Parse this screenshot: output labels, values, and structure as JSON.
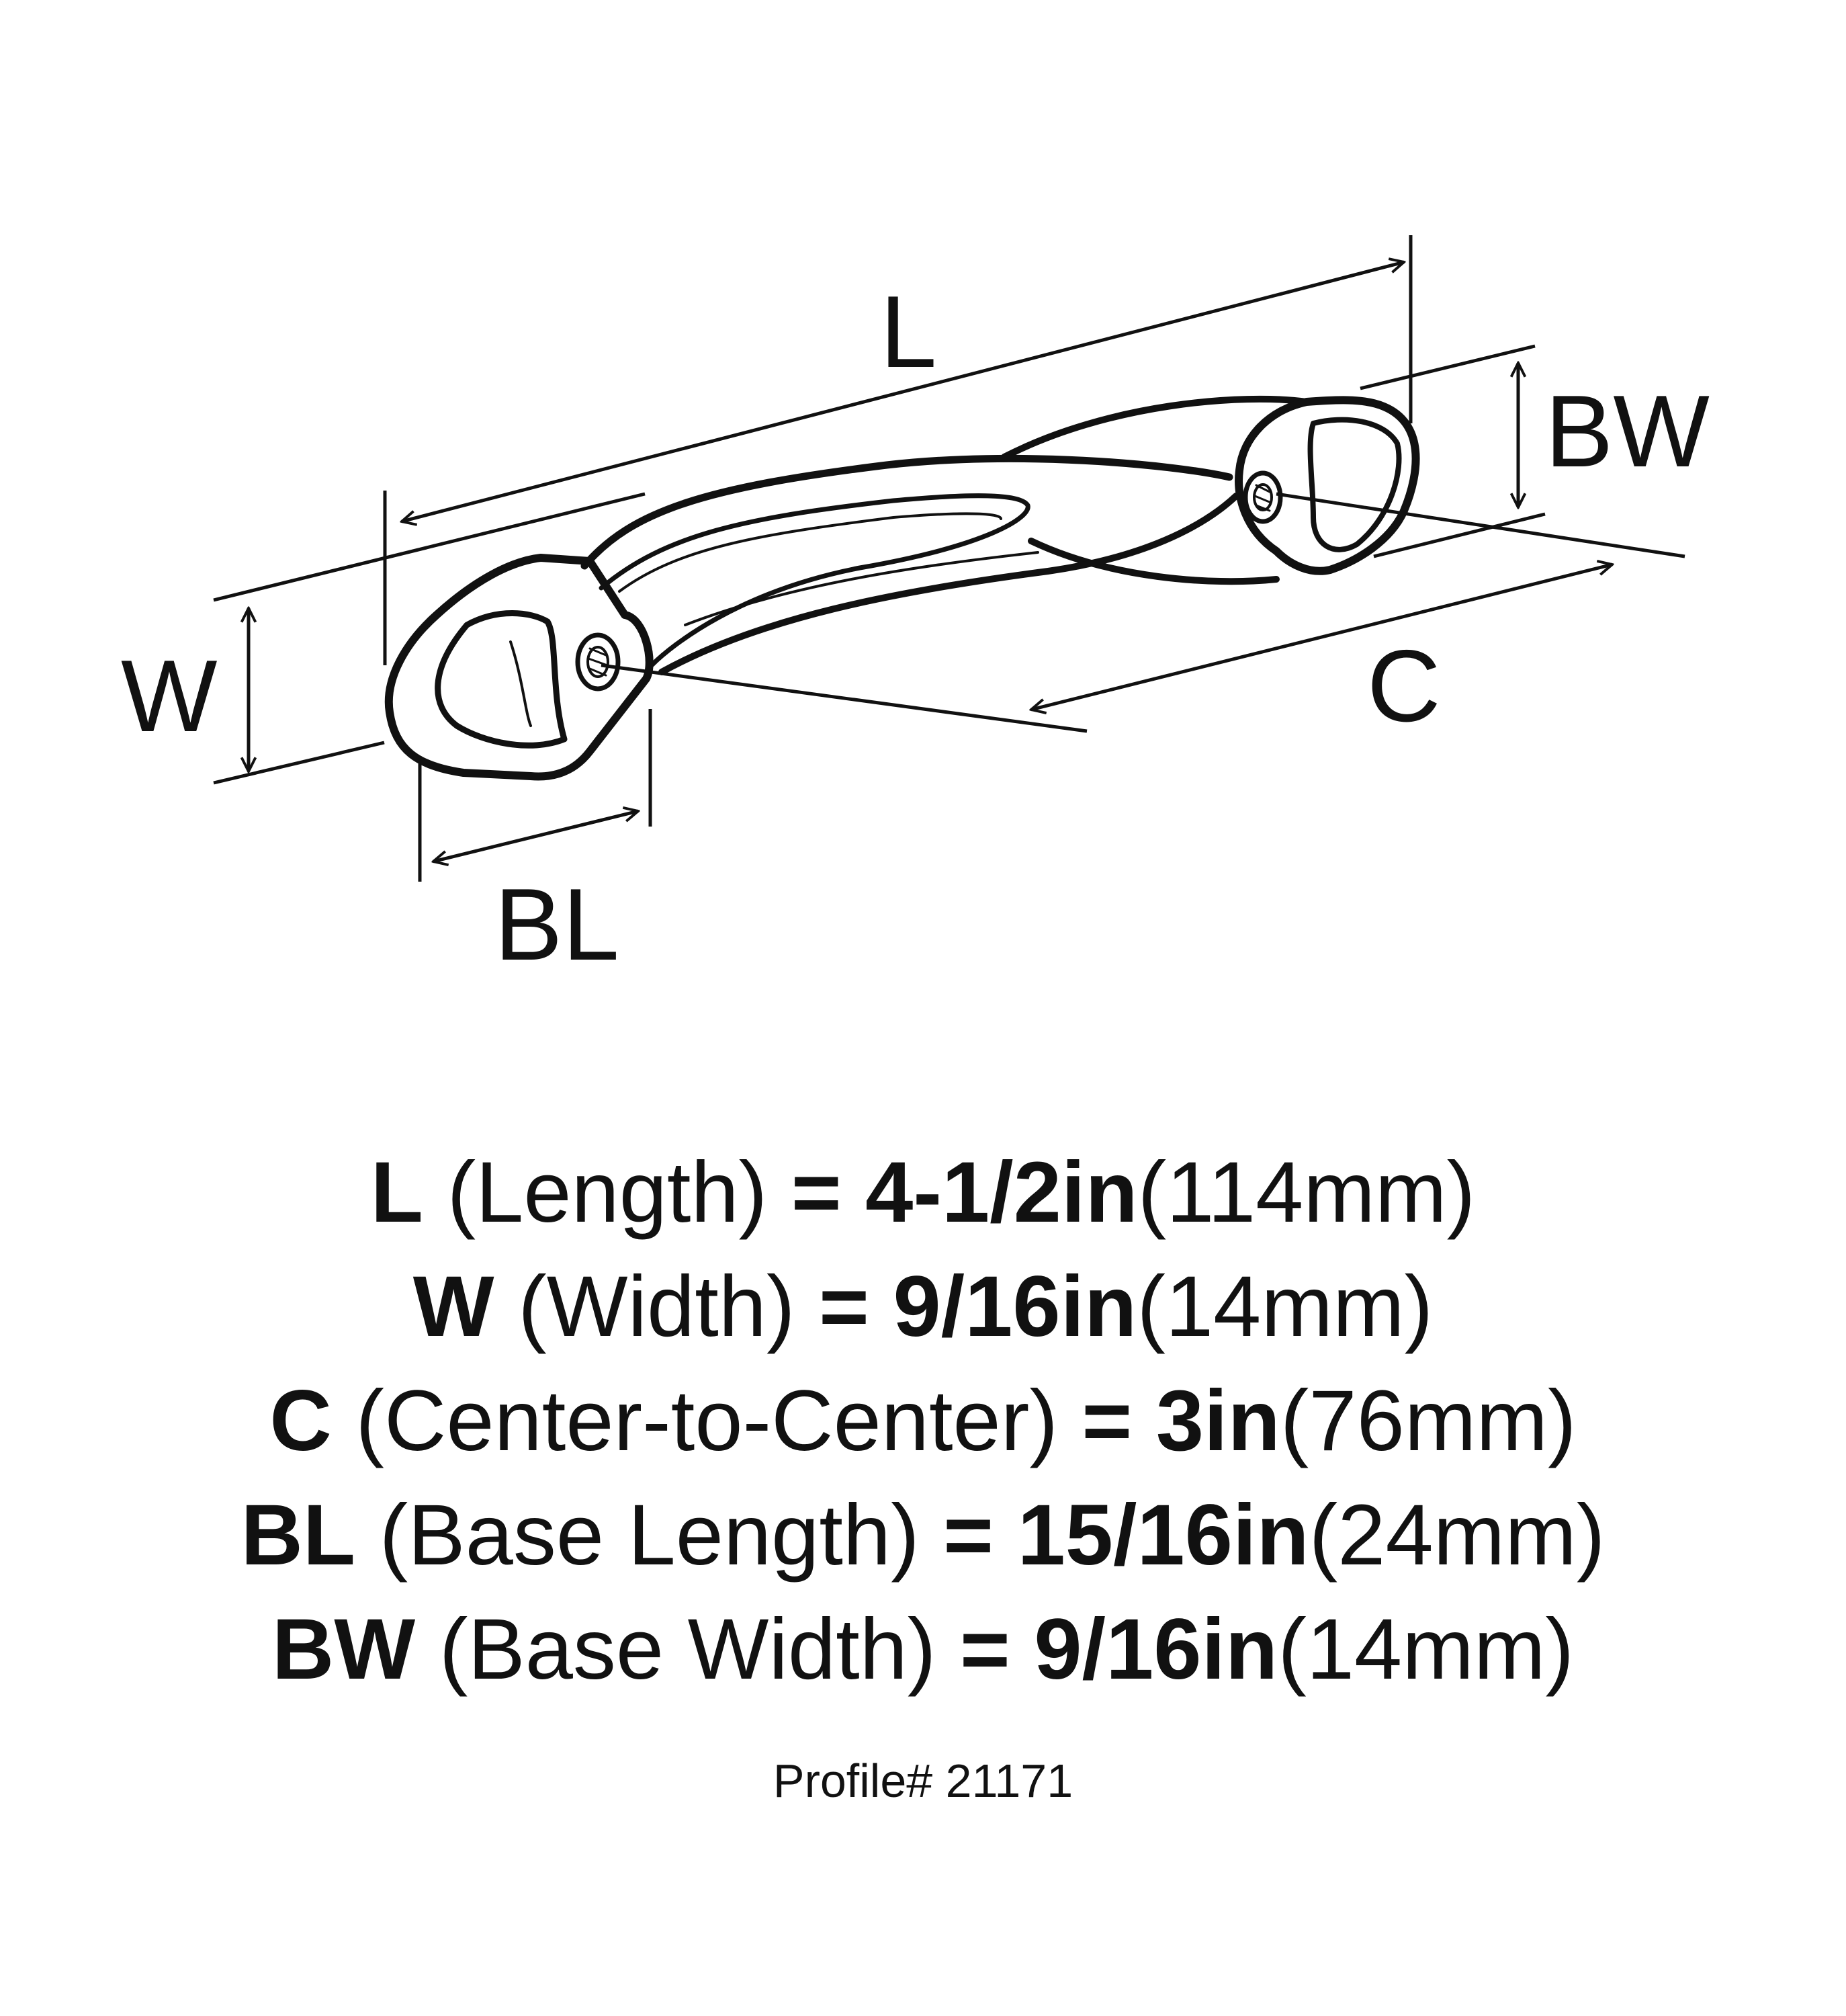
{
  "figure": {
    "labels": {
      "L": "L",
      "W": "W",
      "C": "C",
      "BL": "BL",
      "BW": "BW"
    },
    "icon": "drawer-pull-handle-icon"
  },
  "specs": [
    {
      "code": "L",
      "desc": "(Length)",
      "eq": "=",
      "value": "4-1/2in",
      "metric": "(114mm)"
    },
    {
      "code": "W",
      "desc": "(Width)",
      "eq": "=",
      "value": "9/16in",
      "metric": "(14mm)"
    },
    {
      "code": "C",
      "desc": "(Center-to-Center)",
      "eq": "=",
      "value": "3in",
      "metric": "(76mm)"
    },
    {
      "code": "BL",
      "desc": "(Base Length)",
      "eq": "=",
      "value": "15/16in",
      "metric": "(24mm)"
    },
    {
      "code": "BW",
      "desc": "(Base Width)",
      "eq": "=",
      "value": "9/16in",
      "metric": "(14mm)"
    }
  ],
  "profile": "Profile# 21171"
}
